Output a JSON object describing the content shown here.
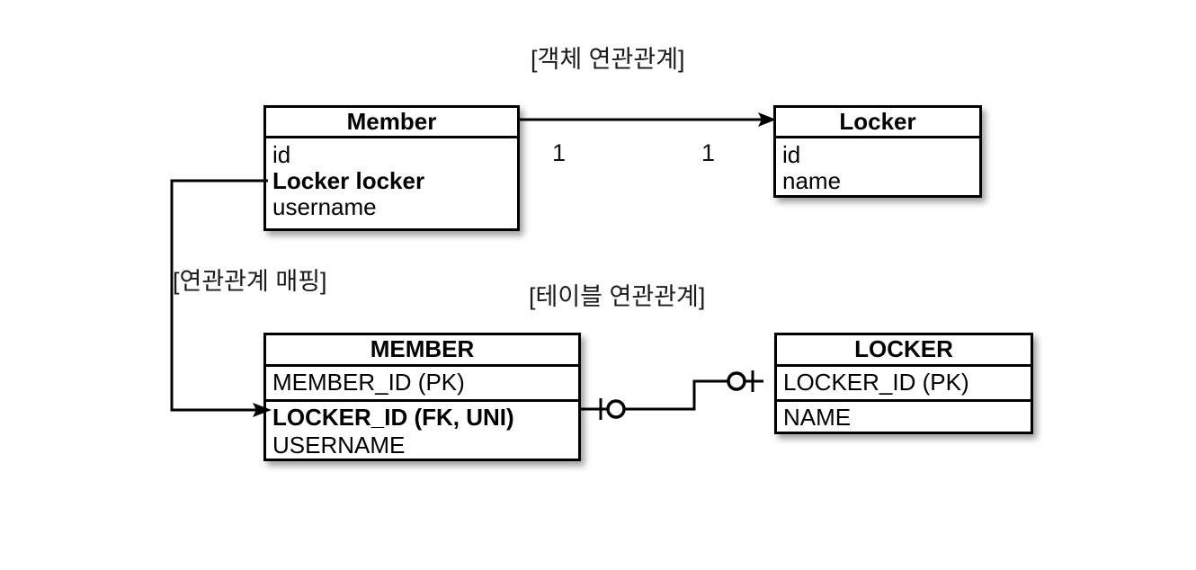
{
  "diagram": {
    "title_object_relation": "[객체 연관관계]",
    "title_mapping": "[연관관계 매핑]",
    "title_table_relation": "[테이블 연관관계]",
    "background_color": "#ffffff",
    "line_color": "#000000"
  },
  "object_model": {
    "member_class": {
      "name": "Member",
      "attributes": [
        {
          "text": "id",
          "bold": false
        },
        {
          "text": "Locker locker",
          "bold": true
        },
        {
          "text": "username",
          "bold": false
        }
      ]
    },
    "locker_class": {
      "name": "Locker",
      "attributes": [
        {
          "text": "id",
          "bold": false
        },
        {
          "text": "name",
          "bold": false
        }
      ]
    },
    "association": {
      "source_multiplicity": "1",
      "target_multiplicity": "1",
      "direction": "Member -> Locker",
      "arrow": "open-arrow"
    }
  },
  "table_model": {
    "member_table": {
      "name": "MEMBER",
      "columns": [
        {
          "text": "MEMBER_ID (PK)",
          "bold": false
        },
        {
          "text": "LOCKER_ID (FK, UNI)",
          "bold": true
        },
        {
          "text": "USERNAME",
          "bold": false
        }
      ]
    },
    "locker_table": {
      "name": "LOCKER",
      "columns": [
        {
          "text": "LOCKER_ID (PK)",
          "bold": false
        },
        {
          "text": "NAME",
          "bold": false
        }
      ]
    },
    "relationship": {
      "left_notation": "one-and-only-one-circle",
      "right_notation": "circle-one-and-only-one",
      "style": "crows-foot-step-line"
    }
  },
  "mapping_arrow": {
    "from": "Member.Locker locker",
    "to": "MEMBER.LOCKER_ID (FK, UNI)",
    "arrow": "open-arrow"
  }
}
